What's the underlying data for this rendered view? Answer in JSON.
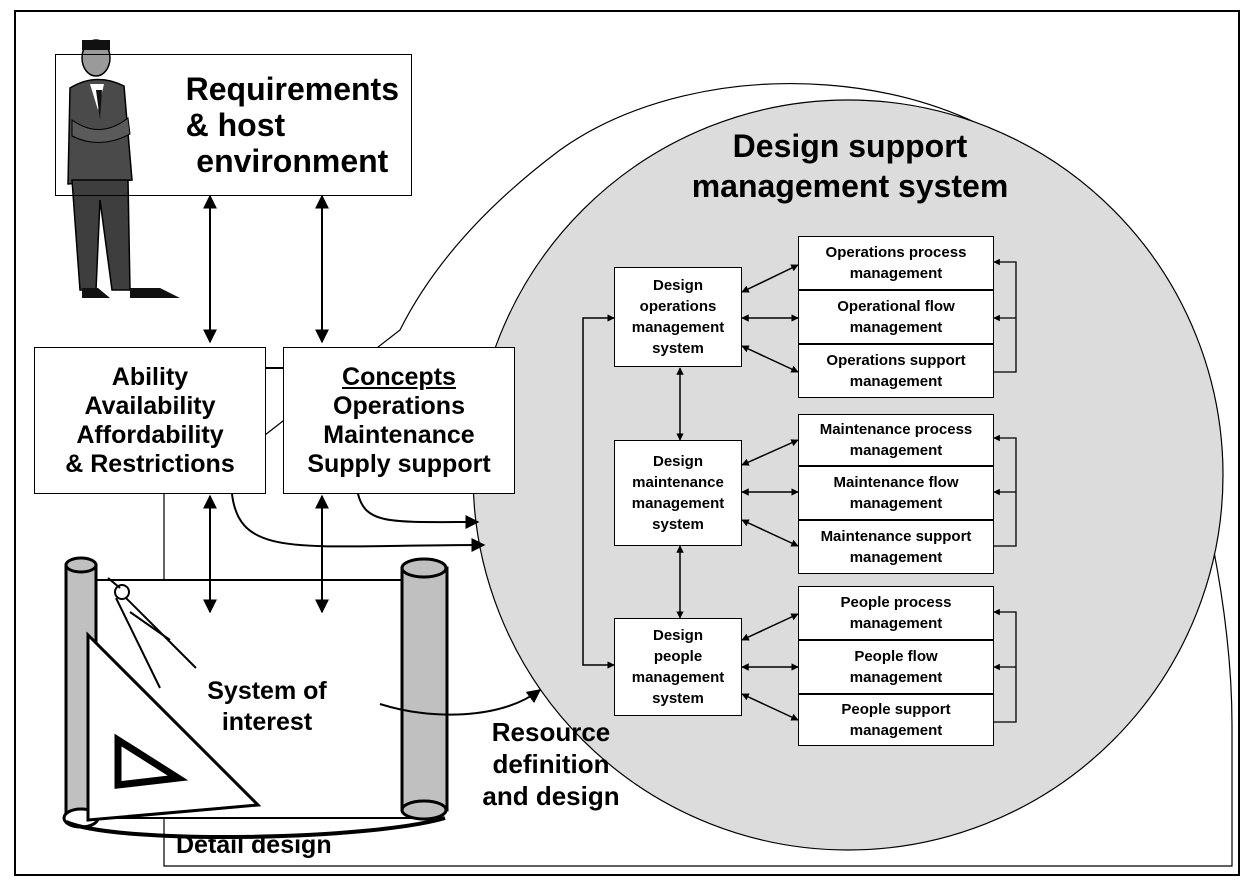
{
  "title_lines": [
    "Design support",
    "management system"
  ],
  "requirements_lines": [
    "Requirements",
    "& host",
    "environment"
  ],
  "ability_lines": [
    "Ability",
    "Availability",
    "Affordability",
    "& Restrictions"
  ],
  "concepts": {
    "heading": "Concepts",
    "lines": [
      "Operations",
      "Maintenance",
      "Supply support"
    ]
  },
  "system_of_interest_lines": [
    "System of",
    "interest"
  ],
  "resource_lines": [
    "Resource",
    "definition",
    "and design"
  ],
  "detail_design": "Detail design",
  "design_systems": [
    {
      "lines": [
        "Design",
        "operations",
        "management",
        "system"
      ]
    },
    {
      "lines": [
        "Design",
        "maintenance",
        "management",
        "system"
      ]
    },
    {
      "lines": [
        "Design",
        "people",
        "management",
        "system"
      ]
    }
  ],
  "management_groups": [
    [
      {
        "lines": [
          "Operations process",
          "management"
        ]
      },
      {
        "lines": [
          "Operational flow",
          "management"
        ]
      },
      {
        "lines": [
          "Operations support",
          "management"
        ]
      }
    ],
    [
      {
        "lines": [
          "Maintenance process",
          "management"
        ]
      },
      {
        "lines": [
          "Maintenance flow",
          "management"
        ]
      },
      {
        "lines": [
          "Maintenance support",
          "management"
        ]
      }
    ],
    [
      {
        "lines": [
          "People process",
          "management"
        ]
      },
      {
        "lines": [
          "People flow",
          "management"
        ]
      },
      {
        "lines": [
          "People support",
          "management"
        ]
      }
    ]
  ],
  "colors": {
    "circle_fill": "#dcdcdc",
    "scroll_fill": "#c0c0c0",
    "suit": "#4a4a4a"
  }
}
